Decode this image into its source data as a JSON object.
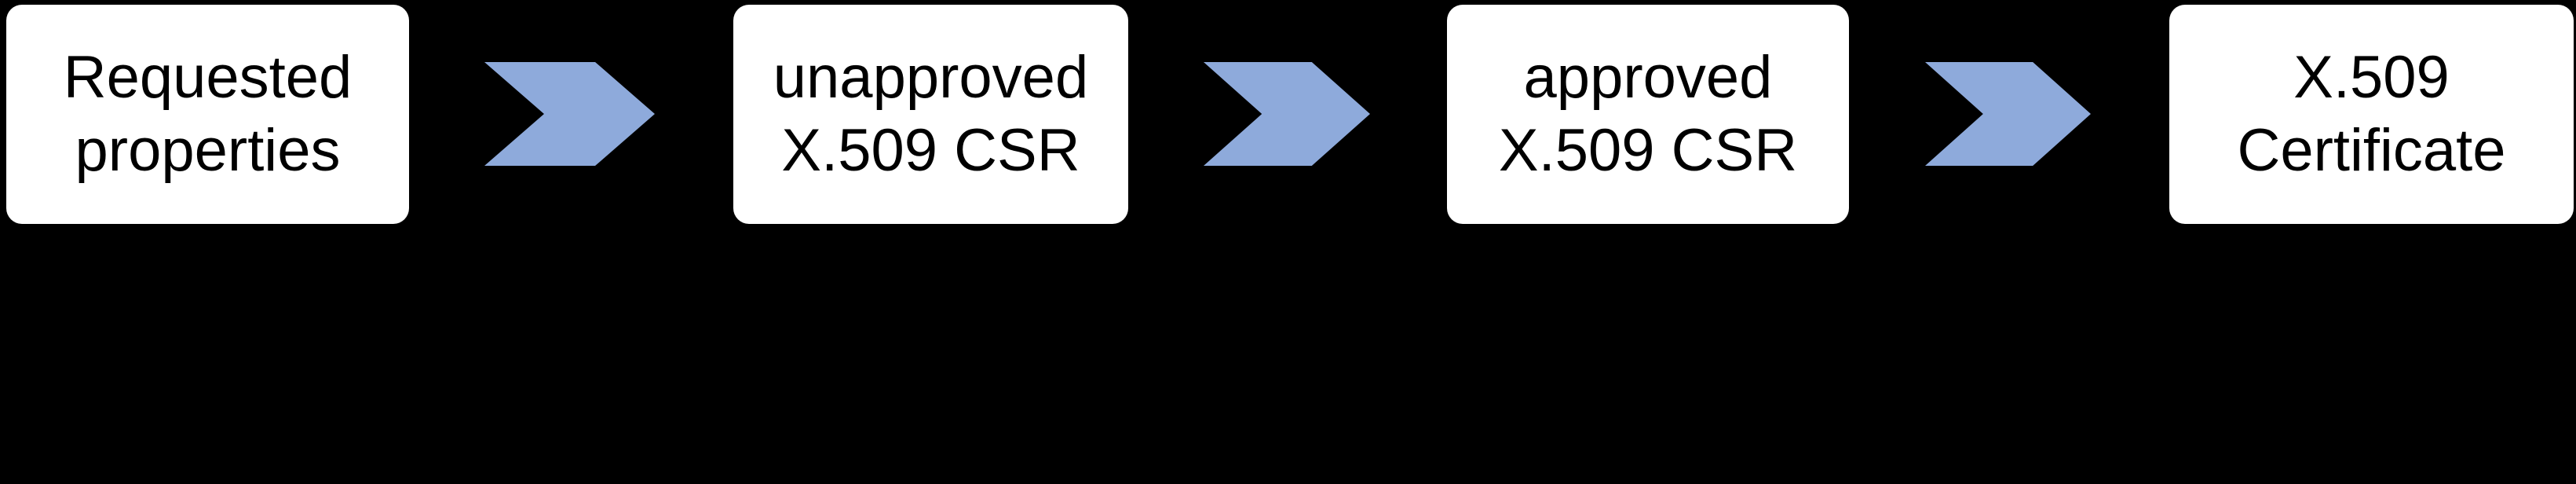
{
  "diagram": {
    "type": "flow",
    "direction": "left-to-right",
    "steps": [
      {
        "label": "Requested\nproperties"
      },
      {
        "label": "unapproved\nX.509 CSR"
      },
      {
        "label": "approved\nX.509 CSR"
      },
      {
        "label": "X.509\nCertificate"
      }
    ],
    "connectors": [
      {
        "shape": "chevron-right"
      },
      {
        "shape": "chevron-right"
      },
      {
        "shape": "chevron-right"
      }
    ],
    "colors": {
      "background": "#000000",
      "box_fill": "#ffffff",
      "box_text": "#000000",
      "arrow_fill": "#8eaadb"
    }
  }
}
